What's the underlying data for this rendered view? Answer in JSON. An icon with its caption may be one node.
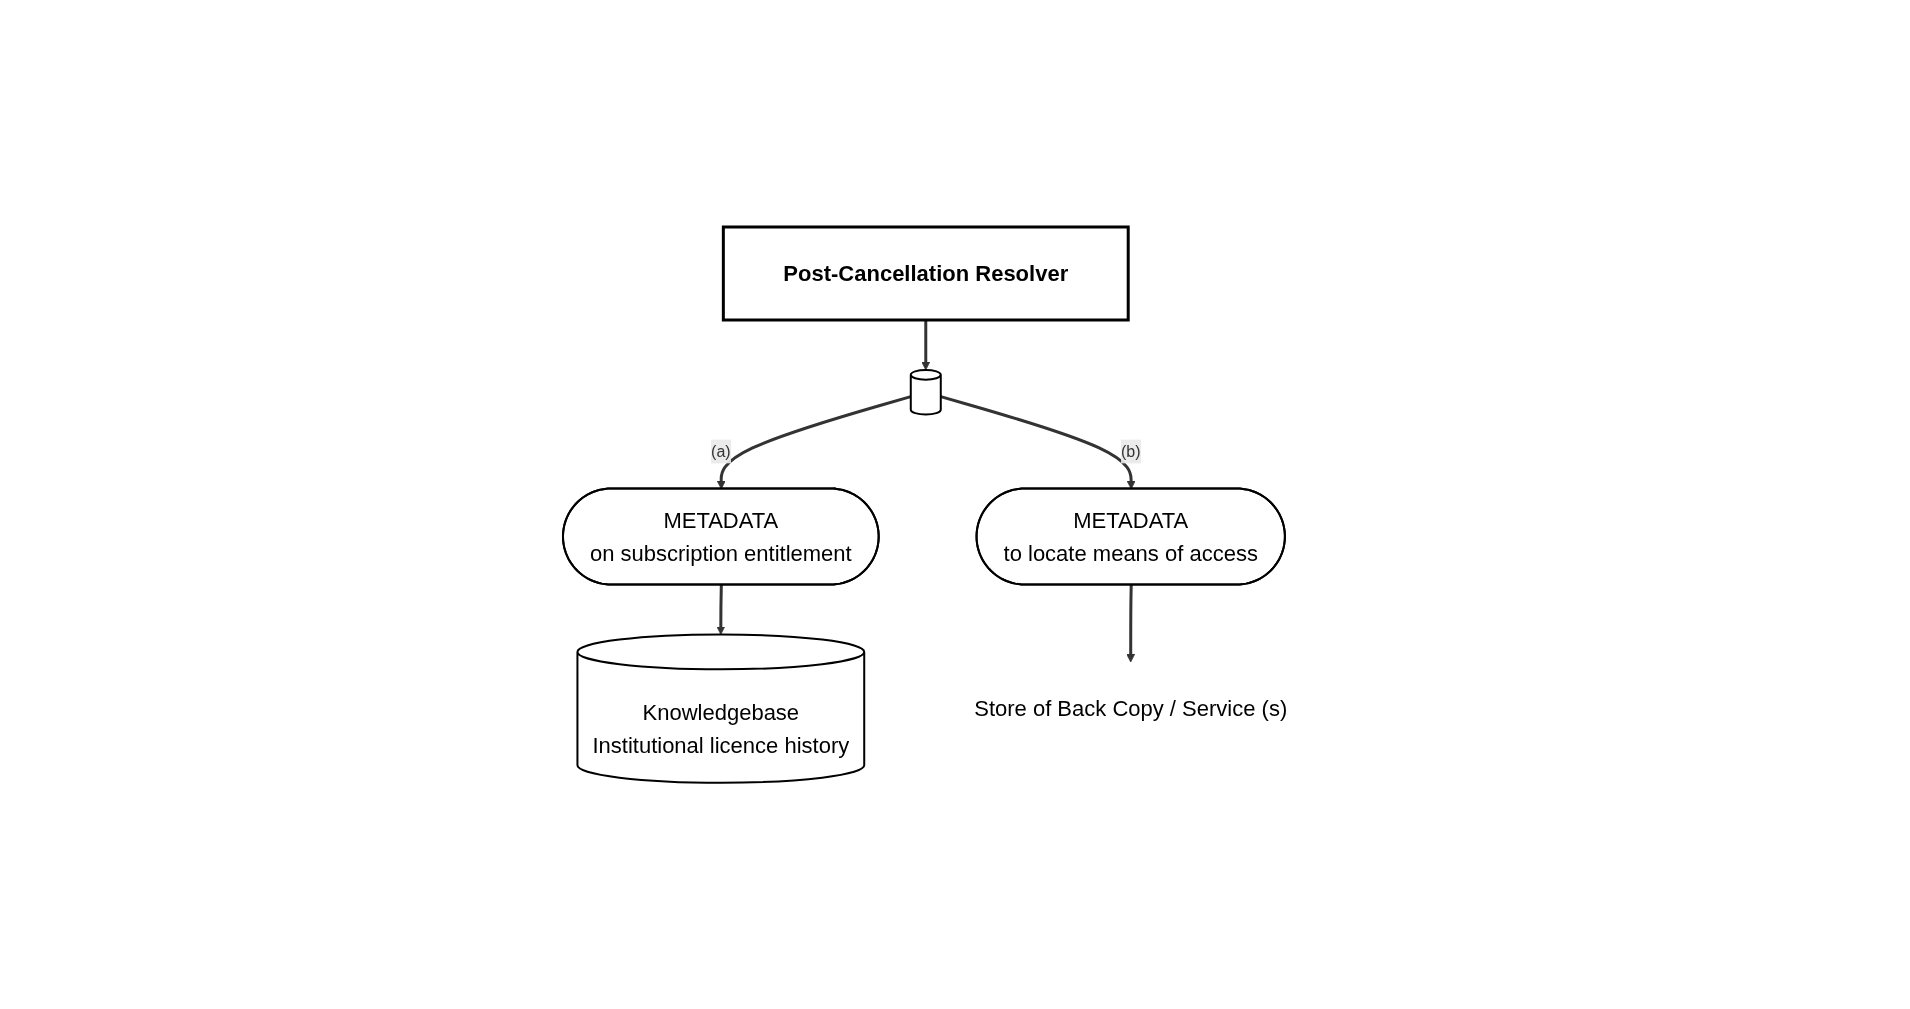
{
  "diagram": {
    "nodes": [
      {
        "text": [
          "Post-Cancellation Resolver"
        ]
      },
      {
        "text": [],
        "shape": "cylinder"
      },
      {
        "text": [
          "METADATA",
          "on subscription entitlement"
        ]
      },
      {
        "text": [
          "METADATA",
          "to locate means of access"
        ]
      },
      {
        "text": [
          "Knowledgebase",
          "Institutional licence history"
        ]
      },
      {
        "text": [
          "Store of Back Copy / Service (s)"
        ]
      }
    ],
    "edges": [
      {
        "from": 0,
        "to": 1,
        "arrow": "to"
      },
      {
        "from": 1,
        "to": 2,
        "arrow": "to",
        "label": "(a)"
      },
      {
        "from": 1,
        "to": 3,
        "arrow": "to",
        "label": "(b)"
      },
      {
        "from": 2,
        "to": 4,
        "arrow": "to"
      },
      {
        "from": 3,
        "to": 5,
        "arrow": "to"
      }
    ]
  }
}
